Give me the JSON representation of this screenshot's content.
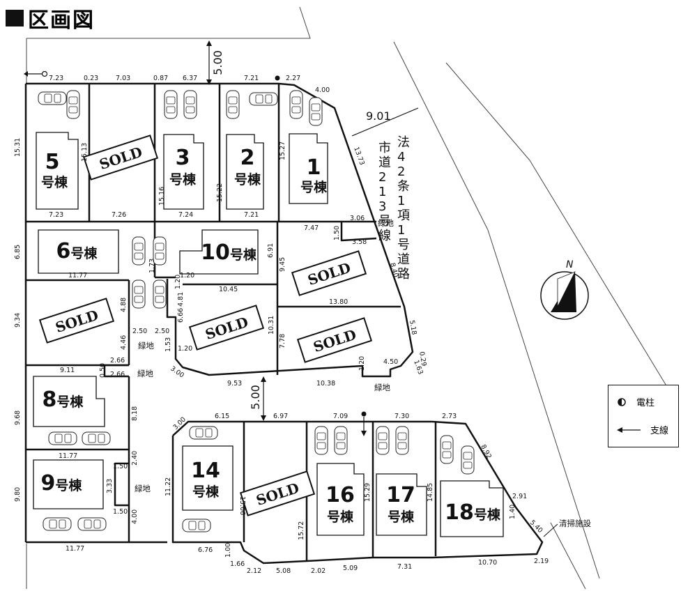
{
  "title": "区画図",
  "road": {
    "line1": "法42条1項1号道路",
    "line2": "市道213号線",
    "width": "9.01"
  },
  "setback": [
    "5.00",
    "5.00"
  ],
  "north": "N",
  "legend": {
    "pole_label": "電柱",
    "guy_label": "支線"
  },
  "labels": {
    "green": "緑地",
    "cleaning": "清掃施設"
  },
  "lots": [
    {
      "num": "5",
      "suffix": "号棟"
    },
    {
      "num": "3",
      "suffix": "号棟"
    },
    {
      "num": "2",
      "suffix": "号棟"
    },
    {
      "num": "1",
      "suffix": "号棟"
    },
    {
      "num": "6",
      "suffix": "号棟"
    },
    {
      "num": "10",
      "suffix": "号棟"
    },
    {
      "num": "8",
      "suffix": "号棟"
    },
    {
      "num": "9",
      "suffix": "号棟"
    },
    {
      "num": "14",
      "suffix": "号棟"
    },
    {
      "num": "16",
      "suffix": "号棟"
    },
    {
      "num": "17",
      "suffix": "号棟"
    },
    {
      "num": "18",
      "suffix": "号棟"
    }
  ],
  "sold_text": "SOLD",
  "dims": [
    "7.23",
    "0.23",
    "7.03",
    "0.87",
    "6.37",
    "7.21",
    "2.27",
    "4.00",
    "15.31",
    "15.13",
    "15.16",
    "15.22",
    "15.27",
    "13.73",
    "7.23",
    "7.26",
    "7.24",
    "7.21",
    "7.47",
    "3.06",
    "1.50",
    "3.58",
    "6.85",
    "11.77",
    "9.45",
    "6.91",
    "10.45",
    "13.80",
    "8.40",
    "9.34",
    "4.88",
    "4.81",
    "6.66",
    "2.50",
    "2.50",
    "4.46",
    "1.53",
    "1.20",
    "1.20",
    "10.31",
    "7.78",
    "5.18",
    "0.29",
    "2.66",
    "2.66",
    "9.11",
    "0.50",
    "4.50",
    "1.20",
    "1.63",
    "3.00",
    "9.53",
    "10.38",
    "9.68",
    "8.18",
    "6.15",
    "6.97",
    "7.09",
    "7.30",
    "2.73",
    "3.00",
    "11.77",
    "1.50",
    "2.40",
    "8.92",
    "3.33",
    "9.80",
    "1.50",
    "4.00",
    "11.22",
    "15.06",
    "15.72",
    "15.29",
    "14.85",
    "2.91",
    "1.40",
    "5.40",
    "11.77",
    "6.76",
    "1.00",
    "1.66",
    "2.12",
    "5.08",
    "2.02",
    "5.09",
    "7.31",
    "10.70",
    "2.19",
    "1.20",
    "1.73"
  ]
}
